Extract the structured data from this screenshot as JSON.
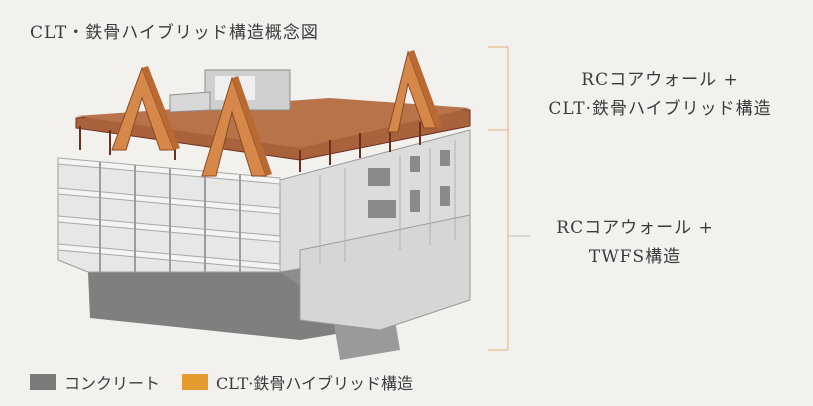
{
  "title": "CLT・鉄骨ハイブリッド構造概念図",
  "labels": {
    "upper_line1": "RCコアウォール +",
    "upper_line2": "CLT·鉄骨ハイブリッド構造",
    "lower_line1": "RCコアウォール +",
    "lower_line2": "TWFS構造"
  },
  "legend": [
    {
      "label": "コンクリート",
      "color": "#7a7a7a"
    },
    {
      "label": "CLT·鉄骨ハイブリッド構造",
      "color": "#e49a2e"
    }
  ],
  "colors": {
    "background": "#f2f1ee",
    "concrete_light": "#e6e6e6",
    "concrete_dark": "#7a7a7a",
    "timber": "#d98b45",
    "steel": "#7a3a2a",
    "bracket": "#e3b07a"
  }
}
